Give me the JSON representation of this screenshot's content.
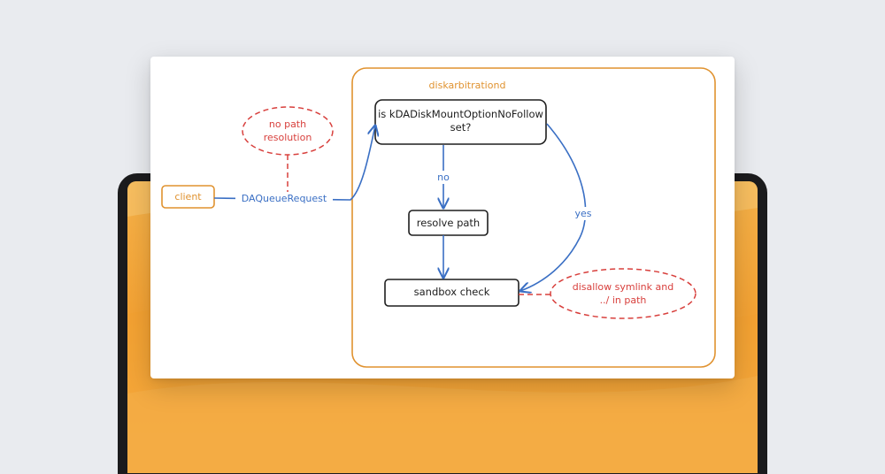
{
  "diagram": {
    "group_label": "diskarbitrationd",
    "client_label": "client",
    "request_label": "DAQueueRequest",
    "decision_label": "is kDADiskMountOptionNoFollow set?",
    "resolve_label": "resolve path",
    "sandbox_label": "sandbox check",
    "edge_no_label": "no",
    "edge_yes_label": "yes",
    "note_no_resolution": "no path resolution",
    "note_disallow": "disallow symlink and ../ in path"
  },
  "colors": {
    "orange": "#e0922f",
    "blue": "#3a6fc4",
    "red": "#d8403d",
    "dark": "#1e1e1e"
  }
}
